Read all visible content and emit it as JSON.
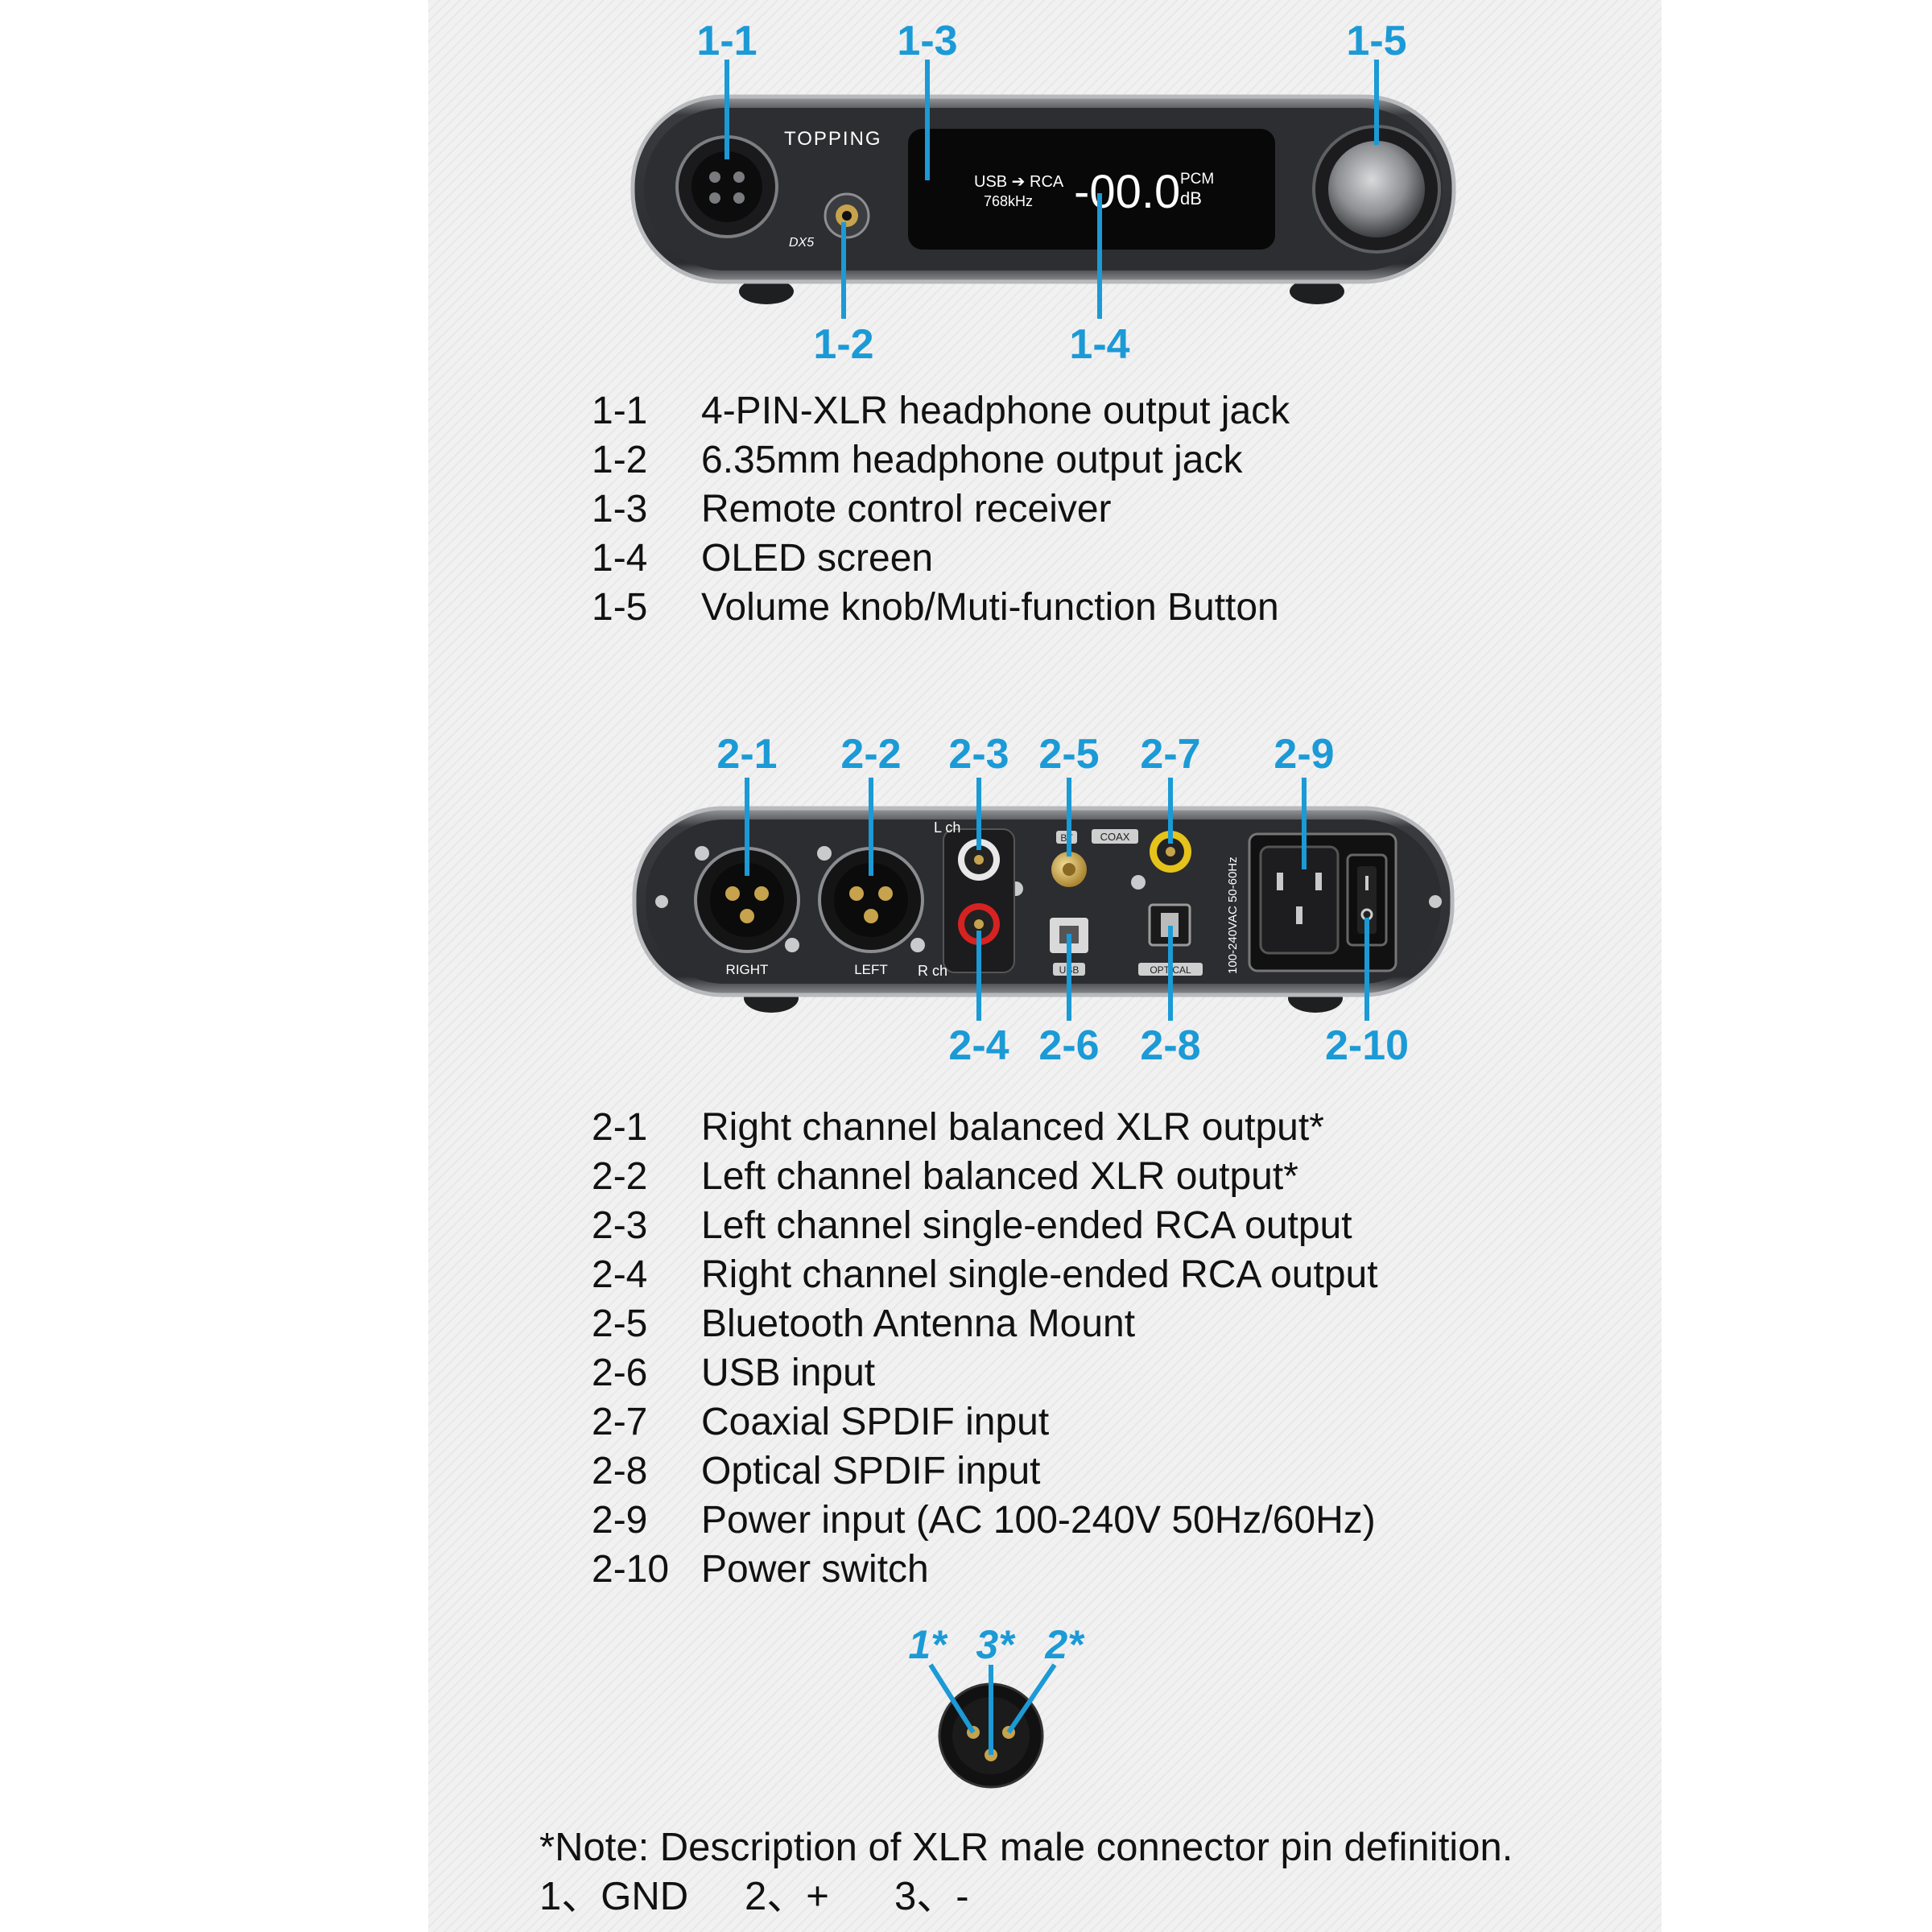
{
  "colors": {
    "accent": "#1b9ad6",
    "text": "#111111",
    "panel": "#f1f1f1",
    "device": "#2b2c2f"
  },
  "front": {
    "brand": "TOPPING",
    "model": "DX5",
    "display": {
      "route": "USB ➔ RCA",
      "rate": "768kHz",
      "volume": "-00.0",
      "mode": "PCM",
      "unit": "dB"
    },
    "callouts": [
      "1-1",
      "1-2",
      "1-3",
      "1-4",
      "1-5"
    ],
    "items": [
      {
        "code": "1-1",
        "text": "4-PIN-XLR headphone output jack"
      },
      {
        "code": "1-2",
        "text": "6.35mm headphone output jack"
      },
      {
        "code": "1-3",
        "text": "Remote control receiver"
      },
      {
        "code": "1-4",
        "text": "OLED screen"
      },
      {
        "code": "1-5",
        "text": "Volume knob/Muti-function Button"
      }
    ]
  },
  "rear": {
    "labels": {
      "right": "RIGHT",
      "left": "LEFT",
      "lch": "L ch",
      "rch": "R ch",
      "bt": "BT",
      "coax": "COAX",
      "usb": "USB",
      "optical": "OPTICAL",
      "voltage": "100-240VAC 50-60Hz"
    },
    "callouts": [
      "2-1",
      "2-2",
      "2-3",
      "2-5",
      "2-7",
      "2-9",
      "2-4",
      "2-6",
      "2-8",
      "2-10"
    ],
    "items": [
      {
        "code": "2-1",
        "text": "Right channel balanced XLR output*"
      },
      {
        "code": "2-2",
        "text": "Left channel balanced XLR output*"
      },
      {
        "code": "2-3",
        "text": "Left channel single-ended RCA output"
      },
      {
        "code": "2-4",
        "text": "Right channel single-ended RCA output"
      },
      {
        "code": "2-5",
        "text": "Bluetooth Antenna Mount"
      },
      {
        "code": "2-6",
        "text": "USB input"
      },
      {
        "code": "2-7",
        "text": "Coaxial SPDIF input"
      },
      {
        "code": "2-8",
        "text": "Optical SPDIF input"
      },
      {
        "code": "2-9",
        "text": "Power input (AC 100-240V 50Hz/60Hz)"
      },
      {
        "code": "2-10",
        "text": "Power switch"
      }
    ]
  },
  "pinout": {
    "callouts": [
      "1*",
      "3*",
      "2*"
    ],
    "note": "*Note: Description of XLR male connector pin definition.",
    "pins": [
      "1、GND",
      "2、+",
      "3、-"
    ]
  }
}
